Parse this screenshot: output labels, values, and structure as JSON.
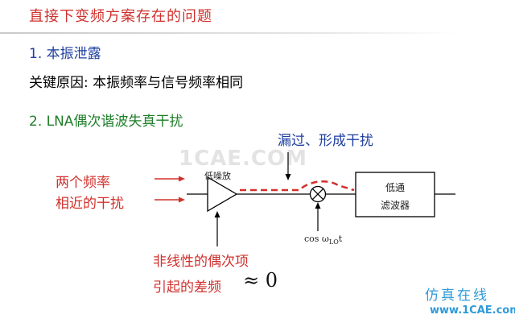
{
  "title": "直接下变频方案存在的问题",
  "item1": {
    "heading": "1. 本振泄露",
    "reason": "关键原因: 本振频率与信号频率相同"
  },
  "item2": {
    "heading": "2. LNA偶次谐波失真干扰"
  },
  "diagram": {
    "leak_label": "漏过、形成干扰",
    "input_label_line1": "两个频率",
    "input_label_line2": "相近的干扰",
    "lna_label": "低噪放",
    "filter_label_line1": "低通",
    "filter_label_line2": "滤波器",
    "lo_label_main": "cos ω",
    "lo_label_sub": "LO",
    "lo_label_tail": "t",
    "nonlinear_line1": "非线性的偶次项",
    "nonlinear_line2": "引起的差频",
    "approx_zero": "≈ 0"
  },
  "watermark": "1CAE.COM",
  "brand": {
    "name": "仿真在线",
    "url": "www.1CAE.com"
  },
  "colors": {
    "red": "#d0312d",
    "blue": "#1f3fa0",
    "green": "#1f7f2a",
    "brand": "#2f9ad8",
    "signal_line": "#000000",
    "leak_dash": "#d0312d"
  }
}
